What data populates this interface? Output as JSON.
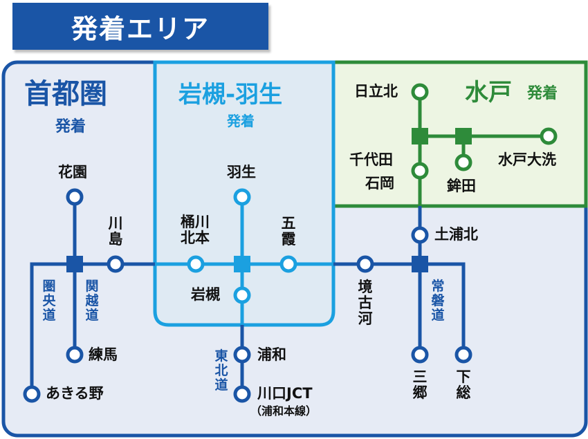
{
  "title": "発着エリア",
  "areas": {
    "shutoken": {
      "name": "首都圏",
      "sub": "発着"
    },
    "iwatsuki": {
      "name": "岩槻-羽生",
      "sub": "発着"
    },
    "mito": {
      "name": "水戸",
      "sub": "発着"
    }
  },
  "stations": {
    "kaen": "花園",
    "nerima": "練馬",
    "akiruno": "あきる野",
    "kawajima": "川島",
    "okegawa": "桶川北本",
    "hanyu": "羽生",
    "goka": "五霞",
    "iwatsuki": "岩槻",
    "urawa": "浦和",
    "kawaguchi": "川口JCT",
    "kawaguchi_note": "（浦和本線）",
    "sakaikoga": "境古河",
    "tsuchiura": "土浦北",
    "misato": "三郷",
    "shimofusa": "下総",
    "hitachi": "日立北",
    "chiyoda": "千代田",
    "ishioka": "石岡",
    "hokota": "鉾田",
    "mitooarai": "水戸大洗"
  },
  "routes": {
    "kenodo": "圏央道",
    "kanetsu": "関越道",
    "tohoku": "東北道",
    "joban": "常磐道"
  },
  "colors": {
    "blue": "#1a55a6",
    "cyan": "#1ba0e0",
    "green": "#2e8b3a",
    "area_blue_bg": "#e6ebf5",
    "area_cyan_bg": "#dfeaf3",
    "area_green_bg": "#edf5e3"
  }
}
